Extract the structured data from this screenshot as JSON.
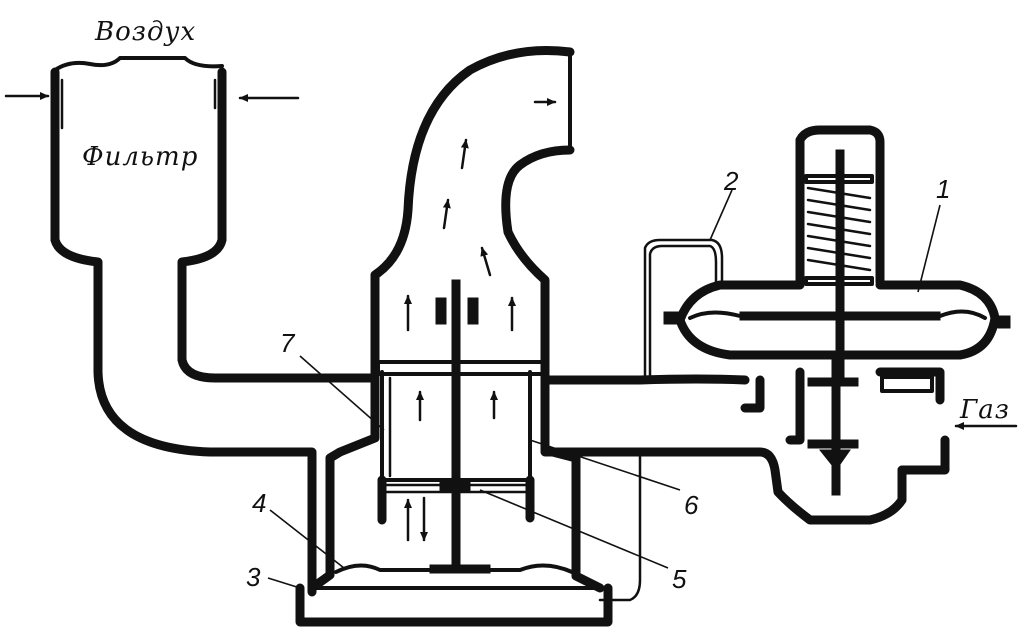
{
  "labels": {
    "air": "Воздух",
    "filter": "Фильтр",
    "gas": "Газ"
  },
  "callouts": [
    "1",
    "2",
    "3",
    "4",
    "5",
    "6",
    "7"
  ]
}
